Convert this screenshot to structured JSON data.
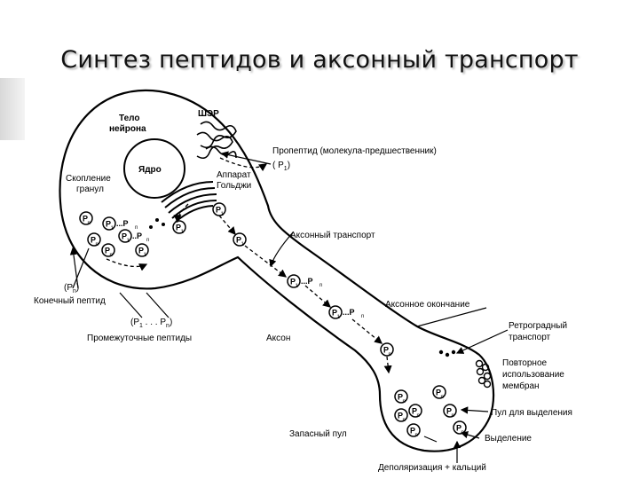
{
  "title": "Синтез пептидов и аксонный транспорт",
  "labels": {
    "soma": [
      "Тело",
      "нейрона"
    ],
    "nucleus": "Ядро",
    "rer": "ШЭР",
    "propeptide": "Пропептид  (молекула-предшественник)",
    "p1_paren": "( P",
    "p1_paren_sub": "1",
    "p1_paren_close": ")",
    "golgi": [
      "Аппарат",
      "Гольджи"
    ],
    "granule_cluster": [
      "Скопление",
      "гранул"
    ],
    "axonal_transport": "Аксонный транспорт",
    "end_peptide_paren": "(P",
    "end_peptide_sub": "n",
    "end_peptide_close": ")",
    "end_peptide": "Конечный пептид",
    "intermediate_paren": "(P",
    "intermediate_sub1": "1",
    "intermediate_mid": " . . . P",
    "intermediate_sub2": "n",
    "intermediate_close": ")",
    "intermediate": "Промежуточные пептиды",
    "axon": "Аксон",
    "axon_terminal": "Аксонное окончание",
    "retrograde": [
      "Ретроградный",
      "транспорт"
    ],
    "membrane_recycling": [
      "Повторное",
      "использование",
      "мембран"
    ],
    "release_pool": "Пул для выделения",
    "reserve_pool": "Запасный пул",
    "release": "Выделение",
    "depolarization": "Деполяризация + кальций"
  },
  "vesicles": {
    "p_letter": "P",
    "sub_1": "1",
    "sub_n": "n",
    "dots": "...P",
    "dots_short": "..P"
  }
}
